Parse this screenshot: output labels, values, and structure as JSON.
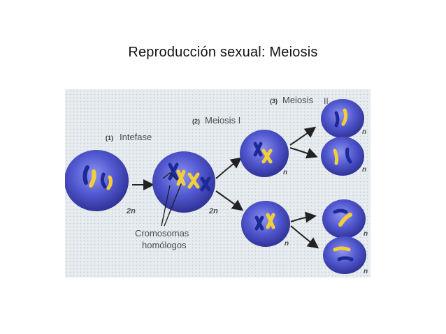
{
  "slide": {
    "title": "Reproducción sexual: Meiosis"
  },
  "diagram": {
    "step1": {
      "number": "(1)",
      "label": "Intefase"
    },
    "step2": {
      "number": "(2)",
      "label": "Meiosis I"
    },
    "step3": {
      "number": "(3)",
      "label": "Meiosis",
      "suffix": "II"
    },
    "homologous": {
      "line1": "Cromosomas",
      "line2": "homólogos"
    },
    "ploidy": {
      "diploid": "2n",
      "haploid": "n"
    },
    "colors": {
      "cell_fill": "#4d53c9",
      "cell_edge": "#2c2f8f",
      "chrom_yellow": "#f2cf3a",
      "chrom_blue": "#1d2a96",
      "label_text": "#4a4a55"
    }
  }
}
